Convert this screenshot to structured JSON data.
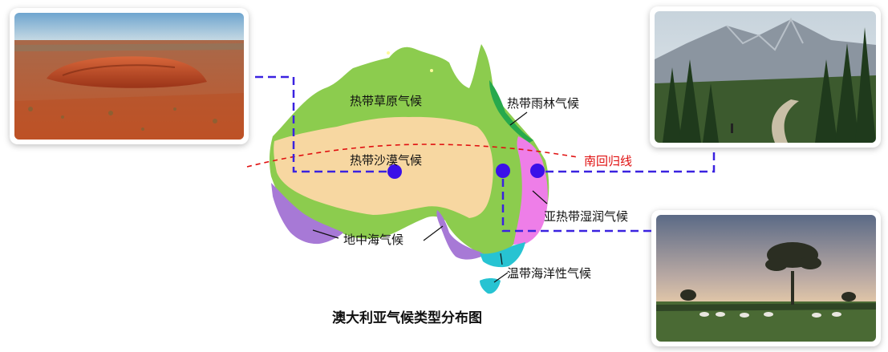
{
  "map": {
    "title": "澳大利亚气候类型分布图",
    "labels": {
      "tropical_grassland": "热带草原气候",
      "tropical_rainforest": "热带雨林气候",
      "tropical_desert": "热带沙漠气候",
      "tropic_of_capricorn": "南回归线",
      "humid_subtropical": "亚热带湿润气候",
      "mediterranean": "地中海气候",
      "temperate_oceanic": "温带海洋性气候"
    },
    "colors": {
      "tropical_grassland": "#8ccc4e",
      "tropical_rainforest": "#27a94c",
      "tropical_desert": "#f7d7a1",
      "humid_subtropical": "#ee7ee8",
      "mediterranean": "#a779d6",
      "temperate_oceanic": "#27c3d2",
      "marker": "#3a10e8",
      "connector": "#3a22e0",
      "tropic_line": "#e01010"
    }
  }
}
